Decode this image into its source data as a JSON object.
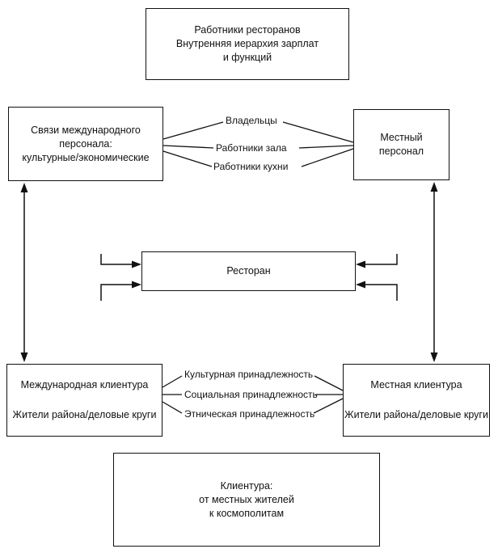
{
  "boxes": {
    "staff_header": {
      "line1": "Работники ресторанов",
      "line2": "Внутренняя иерархия зарплат",
      "line3": "и функций"
    },
    "international_staff": {
      "line1": "Связи международного",
      "line2": "персонала:",
      "line3": "культурные/экономические"
    },
    "local_staff": {
      "line1": "Местный",
      "line2": "персонал"
    },
    "restaurant": {
      "label": "Ресторан"
    },
    "international_clientele": {
      "line1": "Международная клиентура",
      "line2": "Жители района/деловые круги"
    },
    "local_clientele": {
      "line1": "Местная клиентура",
      "line2": "Жители района/деловые круги"
    },
    "clientele_footer": {
      "line1": "Клиентура:",
      "line2": "от местных жителей",
      "line3": "к космополитам"
    }
  },
  "staff_link_labels": {
    "owners": "Владельцы",
    "hall": "Работники зала",
    "kitchen": "Работники кухни"
  },
  "clientele_link_labels": {
    "cultural": "Культурная принадлежность",
    "social": "Социальная принадлежность",
    "ethnic": "Этническая принадлежность"
  },
  "colors": {
    "line": "#111111",
    "background": "#ffffff",
    "text": "#111111"
  }
}
